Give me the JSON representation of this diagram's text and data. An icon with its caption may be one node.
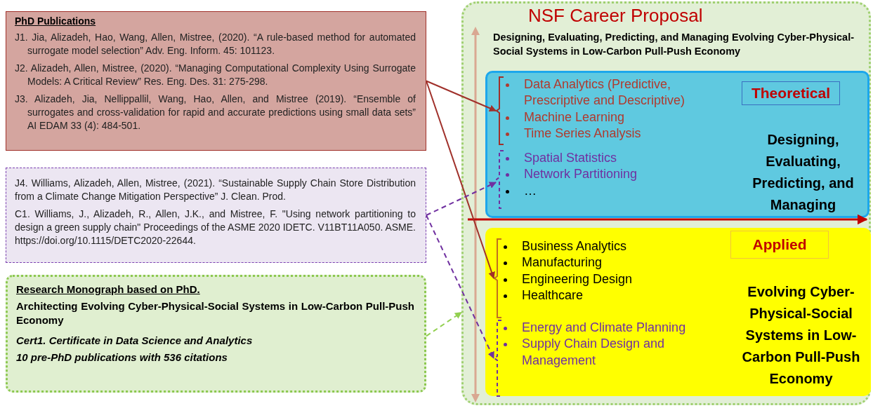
{
  "diagram": {
    "nodes": [
      {
        "text": [
          "PhD Publications",
          "J1. Jia, Alizadeh, Hao, Wang, Allen, Mistree, (2020). “A rule-based method for automated surrogate model selection” Adv. Eng. Inform. 45: 101123.",
          "J2. Alizadeh, Allen, Mistree, (2020). “Managing Computational Complexity Using Surrogate Models: A Critical Review” Res. Eng. Des. 31: 275-298.",
          "J3. Alizadeh, Jia, Nellippallil, Wang, Hao, Allen, and Mistree (2019). “Ensemble of surrogates and cross-validation for rapid and accurate predictions using small data sets” AI EDAM 33 (4): 484-501."
        ]
      },
      {
        "text": [
          "J4. Williams, Alizadeh, Allen, Mistree, (2021). “Sustainable Supply Chain Store Distribution from a Climate Change Mitigation Perspective” J. Clean. Prod.",
          "C1. Williams, J., Alizadeh, R., Allen, J.K., and Mistree, F. \"Using network partitioning to design a green supply chain\" Proceedings of the ASME 2020 IDETC. V11BT11A050. ASME. https://doi.org/10.1115/DETC2020-22644."
        ]
      },
      {
        "text": [
          "Research Monograph based on PhD.",
          "Architecting Evolving Cyber-Physical-Social Systems in Low-Carbon Pull-Push Economy",
          "Cert1. Certificate in Data Science and Analytics",
          "10 pre-PhD publications with 536 citations"
        ]
      },
      {
        "text": [
          "NSF Career Proposal",
          "Designing, Evaluating, Predicting, and Managing Evolving Cyber-Physical-Social Systems in Low-Carbon Pull-Push Economy"
        ]
      },
      {
        "text": [
          "Designing, Evaluating, Predicting, and Managing"
        ],
        "in": 3
      },
      {
        "text": [
          "Data Analytics (Predictive, Prescriptive and Descriptive)",
          "Machine Learning",
          "Time Series Analysis"
        ],
        "in": 4
      },
      {
        "text": [
          "Spatial Statistics",
          "Network Partitioning",
          "…"
        ],
        "in": 4
      },
      {
        "text": [
          "Theoretical"
        ],
        "in": 4
      },
      {
        "text": [
          "Evolving Cyber-Physical-Social Systems in Low-Carbon Pull-Push Economy"
        ],
        "in": 3
      },
      {
        "text": [
          "Applied"
        ],
        "in": 8
      },
      {
        "text": [
          "Business Analytics",
          "Manufacturing",
          "Engineering Design",
          "Healthcare"
        ],
        "in": 8
      },
      {
        "text": [
          "Energy and Climate Planning",
          "Supply Chain Design and Management"
        ],
        "in": 8
      }
    ],
    "edges": [
      {
        "from": 0,
        "to": 5,
        "arrow": "to",
        "color": "#a0302a"
      },
      {
        "from": 0,
        "to": 10,
        "arrow": "to",
        "color": "#a0302a"
      },
      {
        "from": 1,
        "to": 6,
        "arrow": "to",
        "style": "dashed",
        "color": "#7030a0"
      },
      {
        "from": 1,
        "to": 11,
        "arrow": "to",
        "style": "dashed",
        "color": "#7030a0"
      },
      {
        "from": 2,
        "to": 3,
        "arrow": "to",
        "style": "dashed",
        "color": "#92d050"
      }
    ]
  }
}
